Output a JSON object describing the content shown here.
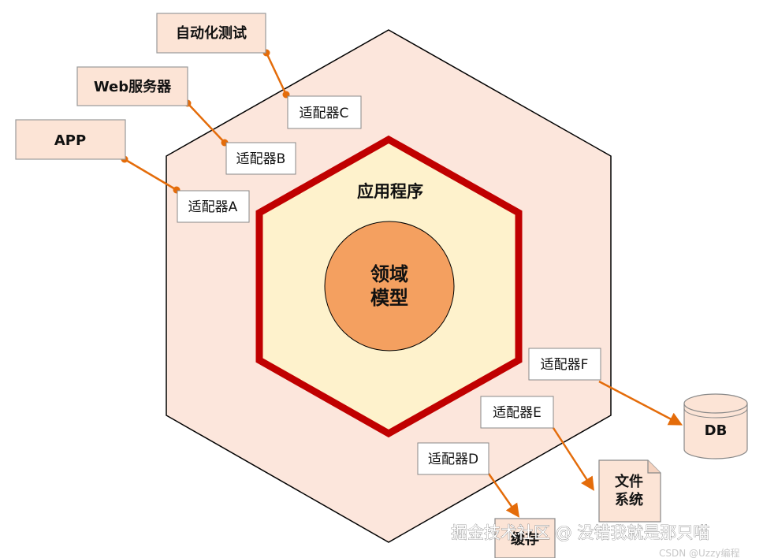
{
  "diagram": {
    "application_label": "应用程序",
    "domain_line1": "领域",
    "domain_line2": "模型",
    "external": {
      "auto_test": "自动化测试",
      "web_server": "Web服务器",
      "app": "APP",
      "db": "DB",
      "file_system_line1": "文件",
      "file_system_line2": "系统",
      "cache": "缓存"
    },
    "adapters": {
      "a": "适配器A",
      "b": "适配器B",
      "c": "适配器C",
      "d": "适配器D",
      "e": "适配器E",
      "f": "适配器F"
    }
  },
  "watermark": {
    "text": "掘金技术社区 @ 没错我就是那只喵",
    "credit": "CSDN @Uzzy编程"
  },
  "colors": {
    "outer_hex_fill": "#fce6dc",
    "inner_hex_fill": "#fef2cc",
    "inner_hex_stroke": "#c00000",
    "core_fill": "#f4a060",
    "box_fill": "#fce4d6",
    "connector": "#e46c0a"
  }
}
